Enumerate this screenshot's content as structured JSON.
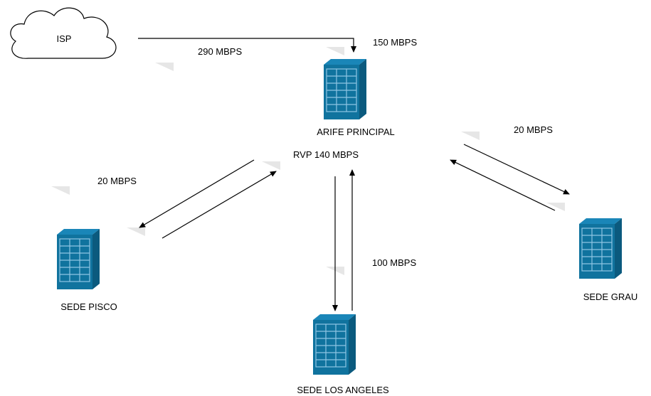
{
  "colors": {
    "building_front": "#10739e",
    "building_side": "#0b5a7e",
    "building_top": "#1a86b8",
    "window": "#8ec5e3",
    "line": "#000000",
    "shadow": "#e3e3e3"
  },
  "nodes": {
    "isp": {
      "label": "ISP",
      "icon": "cloud-icon"
    },
    "principal": {
      "label": "ARIFE PRINCIPAL",
      "icon": "office-building-icon"
    },
    "pisco": {
      "label": "SEDE PISCO",
      "icon": "office-building-icon"
    },
    "los_angeles": {
      "label": "SEDE LOS ANGELES",
      "icon": "office-building-icon"
    },
    "grau": {
      "label": "SEDE GRAU",
      "icon": "office-building-icon"
    }
  },
  "links": {
    "isp_link": "290 MBPS",
    "principal_uplink": "150 MBPS",
    "rvp": "RVP 140 MBPS",
    "pisco_link": "20 MBPS",
    "grau_link": "20 MBPS",
    "los_angeles_link": "100 MBPS"
  }
}
